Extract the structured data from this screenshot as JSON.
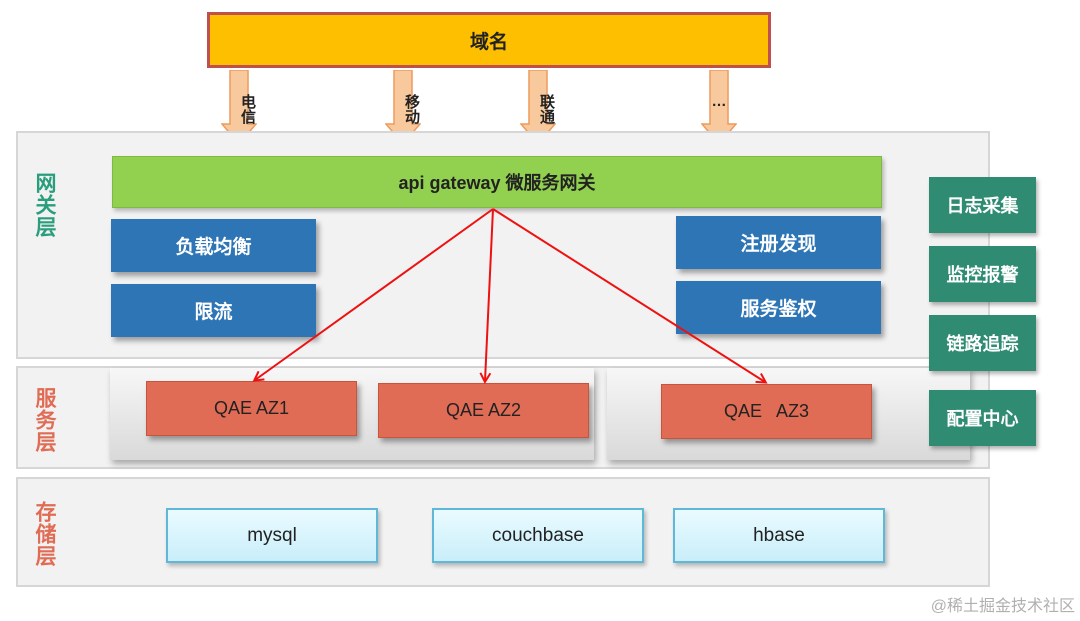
{
  "domain": {
    "label": "域名"
  },
  "carriers": [
    {
      "label": "电信"
    },
    {
      "label": "移动"
    },
    {
      "label": "联通"
    },
    {
      "label": "…"
    }
  ],
  "gateway_layer": {
    "label": "网关层",
    "gateway": "api gateway 微服务网关",
    "modules_left": [
      "负载均衡",
      "限流"
    ],
    "modules_right": [
      "注册发现",
      "服务鉴权"
    ]
  },
  "service_layer": {
    "label": "服务层",
    "zones": [
      "QAE AZ1",
      "QAE AZ2",
      "QAE   AZ3"
    ]
  },
  "storage_layer": {
    "label": "存储层",
    "stores": [
      "mysql",
      "couchbase",
      "hbase"
    ]
  },
  "side_panel": [
    "日志采集",
    "监控报警",
    "链路追踪",
    "配置中心"
  ],
  "watermark": "@稀土掘金技术社区",
  "colors": {
    "domain_fill": "#fdbf00",
    "domain_border": "#c0504d",
    "gateway_green": "#92d050",
    "module_blue": "#2e75b6",
    "zone_red": "#e06c55",
    "side_teal": "#2f8c73",
    "layer_label_teal": "#2a9d7c",
    "layer_label_orange": "#e06c55",
    "arrow_red": "#ee1111",
    "carrier_arrow": "#f8c99c"
  }
}
